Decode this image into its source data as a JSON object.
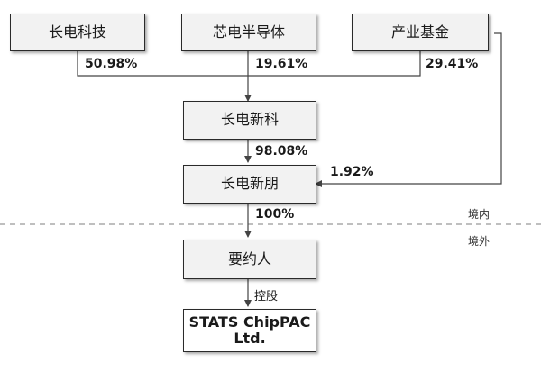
{
  "entities": {
    "changdian_tech": "长电科技",
    "xindian_semi": "芯电半导体",
    "industry_fund": "产业基金",
    "changdian_xinke": "长电新科",
    "changdian_xinpeng": "长电新朋",
    "offeror": "要约人",
    "stats_line1": "STATS ChipPAC",
    "stats_line2": "Ltd."
  },
  "percentages": {
    "tech_to_xinke": "50.98%",
    "semi_to_xinke": "19.61%",
    "fund_to_xinke": "29.41%",
    "xinke_to_xinpeng": "98.08%",
    "fund_to_xinpeng": "1.92%",
    "xinpeng_to_offeror": "100%"
  },
  "labels": {
    "domestic": "境内",
    "overseas": "境外",
    "controlling": "控股"
  }
}
